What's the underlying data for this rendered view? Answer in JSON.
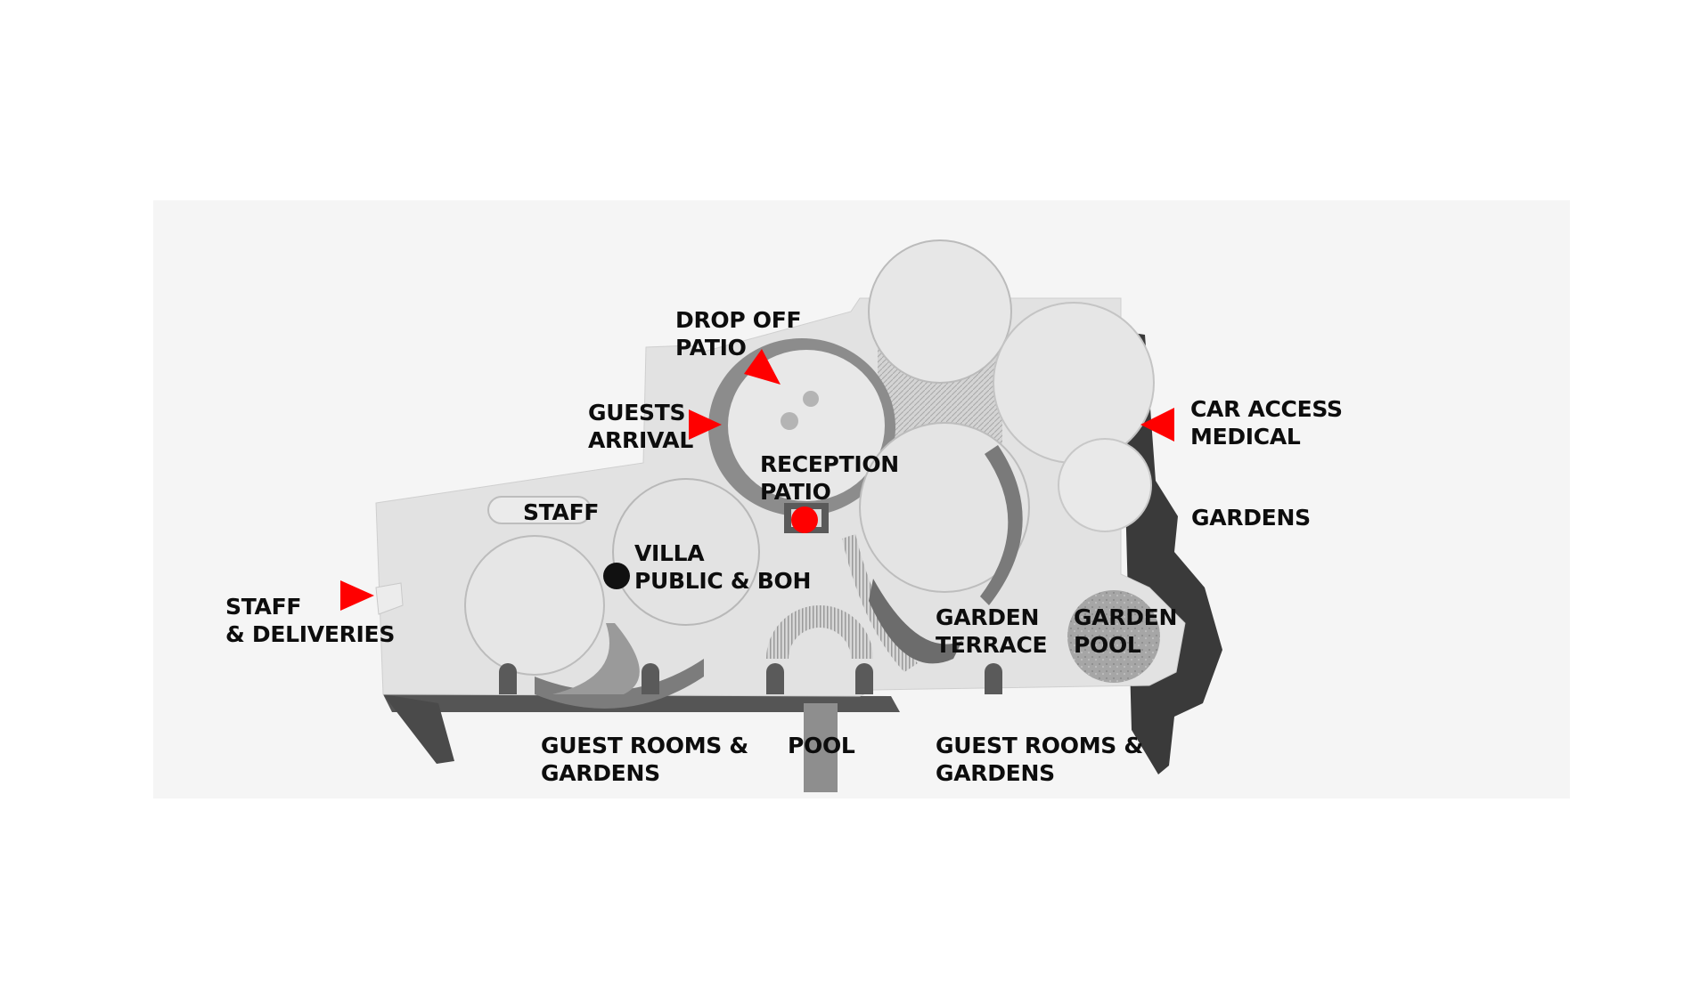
{
  "colors": {
    "marker_red": "#ff0000",
    "label_text": "#0d0d0d",
    "backdrop": "#f5f5f5",
    "building_light": "#e4e4e4",
    "building_mid": "#9c9c9c",
    "building_dark": "#3c3c3c"
  },
  "labels": {
    "drop_off": [
      "DROP OFF",
      "PATIO"
    ],
    "guests_arrival": [
      "GUESTS",
      "ARRIVAL"
    ],
    "reception": [
      "RECEPTION",
      "PATIO"
    ],
    "staff": [
      "STAFF"
    ],
    "villa": [
      "VILLA",
      "PUBLIC & BOH"
    ],
    "staff_deliveries": [
      "STAFF",
      "& DELIVERIES"
    ],
    "car_access": [
      "CAR ACCESS",
      "MEDICAL"
    ],
    "gardens": [
      "GARDENS"
    ],
    "garden_terrace": [
      "GARDEN",
      "TERRACE"
    ],
    "garden_pool": [
      "GARDEN",
      "POOL"
    ],
    "guest_rooms_left": [
      "GUEST ROOMS &",
      "GARDENS"
    ],
    "pool": [
      "POOL"
    ],
    "guest_rooms_right": [
      "GUEST ROOMS &",
      "GARDENS"
    ]
  },
  "markers": [
    {
      "name": "arrow-drop-off",
      "direction": "down-right"
    },
    {
      "name": "arrow-guests-arrival",
      "direction": "right"
    },
    {
      "name": "arrow-staff-deliveries",
      "direction": "right"
    },
    {
      "name": "arrow-car-access",
      "direction": "left"
    },
    {
      "name": "dot-reception",
      "shape": "circle"
    },
    {
      "name": "dot-villa",
      "shape": "circle"
    }
  ]
}
